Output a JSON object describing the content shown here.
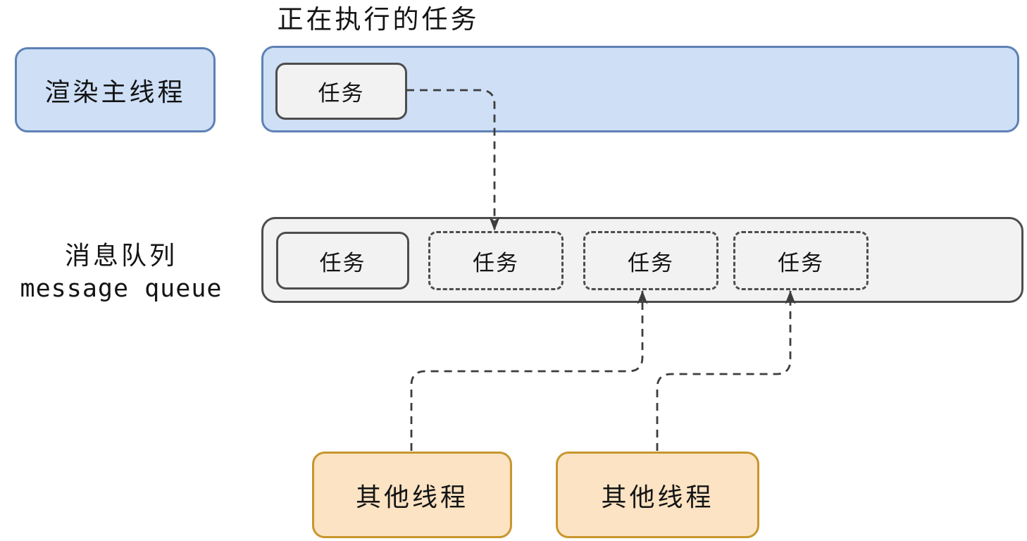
{
  "title": "正在执行的任务",
  "colors": {
    "blue_fill": "#CEDFF6",
    "blue_stroke": "#5E81B5",
    "gray_fill": "#F2F2F2",
    "gray_stroke": "#4D4D4D",
    "orange_fill": "#FBE3C3",
    "orange_stroke": "#C8962E",
    "line": "#3D3D3D",
    "text": "#141414"
  },
  "main_thread": {
    "label": "渲染主线程",
    "executing_task": {
      "label": "任务"
    }
  },
  "queue": {
    "label_zh": "消息队列",
    "label_en": "message queue",
    "tasks": [
      {
        "label": "任务",
        "style": "solid"
      },
      {
        "label": "任务",
        "style": "dashed"
      },
      {
        "label": "任务",
        "style": "dashed"
      },
      {
        "label": "任务",
        "style": "dashed"
      }
    ]
  },
  "other_threads": [
    {
      "label": "其他线程"
    },
    {
      "label": "其他线程"
    }
  ]
}
